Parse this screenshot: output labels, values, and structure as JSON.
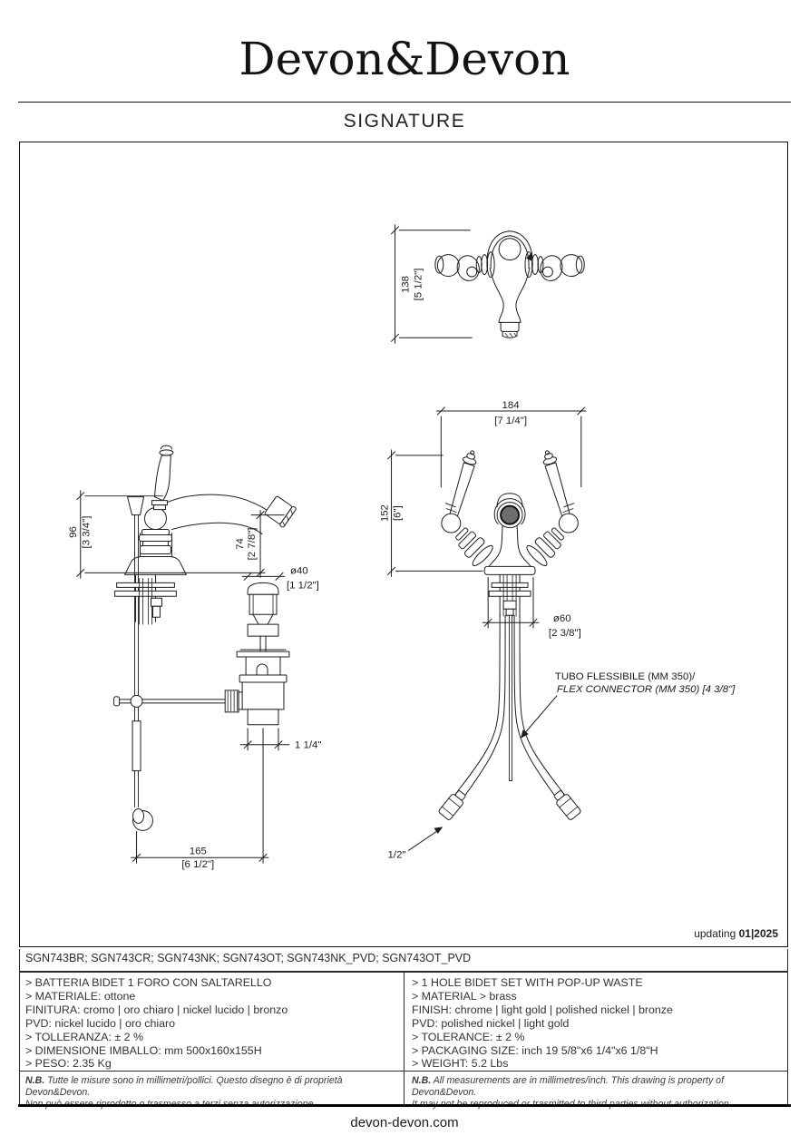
{
  "header": {
    "logo": "Devon&Devon",
    "collection": "SIGNATURE"
  },
  "drawing": {
    "updating_label": "updating ",
    "updating_value": "01|2025",
    "top_view": {
      "h_mm": "138",
      "h_in": "[5 1/2\"]"
    },
    "front_view": {
      "w_mm": "184",
      "w_in": "[7 1/4\"]",
      "h_mm": "152",
      "h_in": "[6\"]",
      "dia_mm": "ø60",
      "dia_in": "[2 3/8\"]",
      "flex_it": "TUBO FLESSIBILE (MM 350)/",
      "flex_en": "FLEX CONNECTOR (MM 350) [4 3/8\"]",
      "thread": "1/2\""
    },
    "side_view": {
      "h_mm": "96",
      "h_in": "[3 3/4\"]",
      "spout_h_mm": "74",
      "spout_h_in": "[2 7/8\"]",
      "plug_dia_mm": "ø40",
      "plug_dia_in": "[1 1/2\"]",
      "waste_thread": "1 1/4\"",
      "depth_mm": "165",
      "depth_in": "[6 1/2\"]"
    }
  },
  "codes": "SGN743BR; SGN743CR; SGN743NK; SGN743OT; SGN743NK_PVD; SGN743OT_PVD",
  "specs": {
    "it": [
      "> BATTERIA BIDET 1 FORO CON SALTARELLO",
      "> MATERIALE: ottone",
      "FINITURA: cromo | oro chiaro | nickel lucido | bronzo",
      "PVD: nickel lucido | oro chiaro",
      "> TOLLERANZA: ± 2 %",
      "> DIMENSIONE IMBALLO: mm 500x160x155H",
      "> PESO: 2.35 Kg"
    ],
    "en": [
      "> 1 HOLE BIDET SET WITH POP-UP WASTE",
      "> MATERIAL > brass",
      "FINISH: chrome | light gold | polished nickel | bronze",
      "PVD: polished nickel | light gold",
      "> TOLERANCE: ± 2 %",
      "> PACKAGING SIZE: inch 19 5/8\"x6 1/4\"x6 1/8\"H",
      "> WEIGHT: 5.2 Lbs"
    ]
  },
  "notes": {
    "it": {
      "nb": "N.B.",
      "line1": " Tutte le misure sono in millimetri/pollici. Questo disegno è di proprietà Devon&Devon.",
      "line2": "Non può essere riprodotto o trasmesso a terzi senza autorizzazione."
    },
    "en": {
      "nb": "N.B.",
      "line1": " All measurements are in millimetres/inch. This drawing is property of Devon&Devon.",
      "line2": "It may not be reproduced or trasmitted to third parties without authorization."
    }
  },
  "footer": {
    "website": "devon-devon.com"
  },
  "colors": {
    "line": "#1c1c1c",
    "aerator_fill": "#6e6e6e"
  }
}
